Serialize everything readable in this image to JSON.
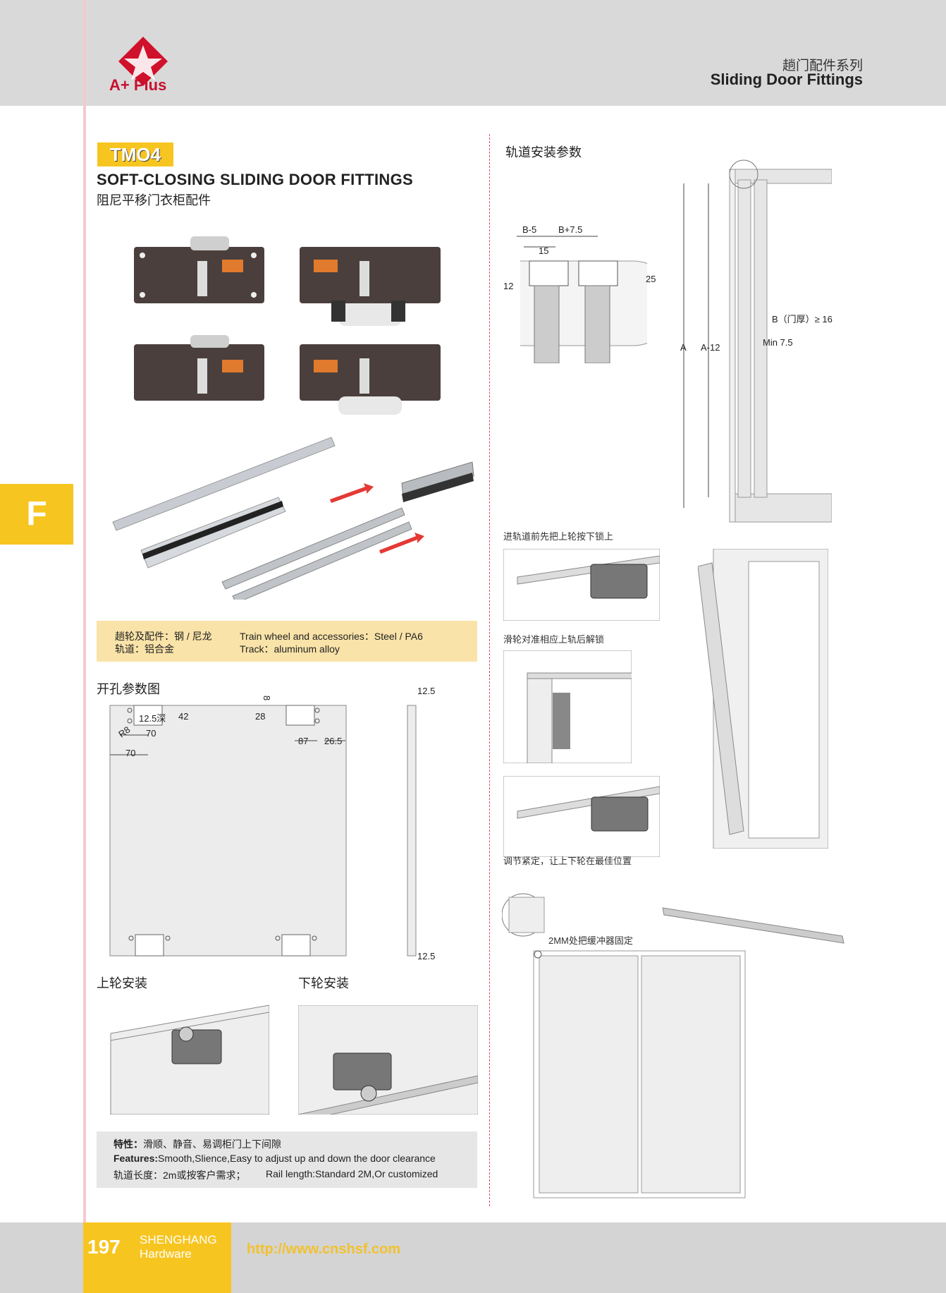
{
  "header": {
    "logo_text": "A+ Plus",
    "series_cn": "趟门配件系列",
    "series_en": "Sliding Door Fittings"
  },
  "product": {
    "model": "TMO4",
    "title_en": "SOFT-CLOSING SLIDING DOOR FITTINGS",
    "title_cn": "阻尼平移门衣柜配件"
  },
  "tab_letter": "F",
  "materials": {
    "wheel_cn": "趟轮及配件：钢 / 尼龙",
    "track_cn": "轨道：铝合金",
    "wheel_en": "Train wheel and accessories：Steel / PA6",
    "track_en": "Track：aluminum alloy"
  },
  "drilling": {
    "heading": "开孔参数图",
    "dims": [
      "12.5深",
      "42",
      "R8",
      "70",
      "70",
      "28",
      "8",
      "87",
      "26.5",
      "12.5",
      "12.5"
    ]
  },
  "install": {
    "top_heading": "上轮安装",
    "bottom_heading": "下轮安装"
  },
  "features": {
    "features_cn_label": "特性：",
    "features_cn": "滑顺、静音、易调柜门上下间隙",
    "features_en_label": "Features:",
    "features_en": "Smooth,Slience,Easy to adjust up and down the door clearance",
    "rail_cn": "轨道长度：2m或按客户需求；",
    "rail_en": "Rail length:Standard 2M,Or customized"
  },
  "track_params": {
    "heading": "轨道安装参数",
    "b5": "B-5",
    "b75": "B+7.5",
    "d15": "15",
    "d12": "12",
    "d25": "25",
    "A": "A",
    "A12": "A-12",
    "B": "B（门厚）≥ 16",
    "min": "Min 7.5"
  },
  "steps": {
    "step1": "进轨道前先把上轮按下锁上",
    "step2": "滑轮对准相应上轨后解锁",
    "step3": "调节紧定，让上下轮在最佳位置",
    "step4": "2MM处把缓冲器固定"
  },
  "footer": {
    "page": "197",
    "brand1": "SHENGHANG",
    "brand2": "Hardware",
    "url": "http://www.cnshsf.com"
  }
}
